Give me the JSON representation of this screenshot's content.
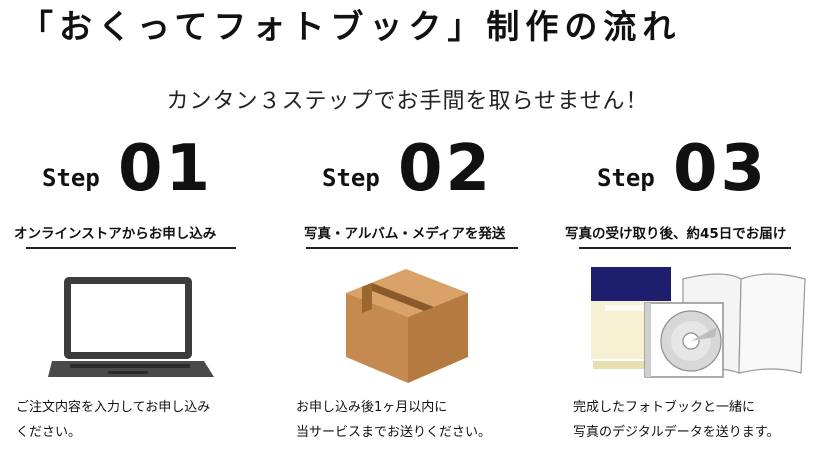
{
  "title": "「おくってフォトブック」制作の流れ",
  "subtitle": "カンタン３ステップでお手間を取らせません！",
  "steps": [
    {
      "step_word": "Step",
      "number": "01",
      "label": "オンラインストアからお申し込み",
      "description": "ご注文内容を入力してお申し込み\nください。",
      "illustration": "laptop-icon"
    },
    {
      "step_word": "Step",
      "number": "02",
      "label": "写真・アルバム・メディアを発送",
      "description": "お申し込み後1ヶ月以内に\n当サービスまでお送りください。",
      "illustration": "box-icon"
    },
    {
      "step_word": "Step",
      "number": "03",
      "label": "写真の受け取り後、約45日でお届け",
      "description": "完成したフォトブックと一緒に\n写真のデジタルデータを送ります。",
      "illustration": "photobook-disc-icon"
    }
  ],
  "colors": {
    "box": "#c48a4f",
    "tape": "#8a5a2b",
    "book_cover": "#1d1f6e",
    "laptop": "#3c3c3c"
  }
}
